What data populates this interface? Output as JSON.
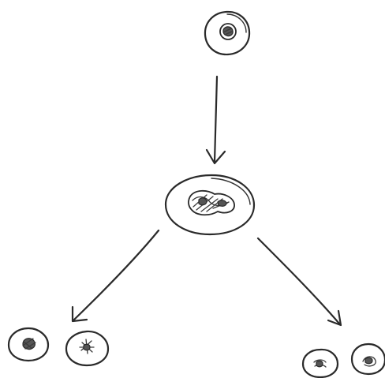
{
  "diagram": {
    "type": "cell-division-sketch",
    "style": "hand-drawn pencil",
    "ink_color": "#2a2a2a",
    "background": "#ffffff",
    "nodes": [
      {
        "id": "parent-cell",
        "level": 0
      },
      {
        "id": "dividing-cell",
        "level": 1
      },
      {
        "id": "daughter-cell-1",
        "level": 2
      },
      {
        "id": "daughter-cell-2",
        "level": 2
      },
      {
        "id": "daughter-cell-3",
        "level": 2
      },
      {
        "id": "daughter-cell-4",
        "level": 2
      }
    ],
    "edges": [
      {
        "from": "parent-cell",
        "to": "dividing-cell"
      },
      {
        "from": "dividing-cell",
        "to": "daughter-pair-left"
      },
      {
        "from": "dividing-cell",
        "to": "daughter-pair-right"
      }
    ]
  }
}
